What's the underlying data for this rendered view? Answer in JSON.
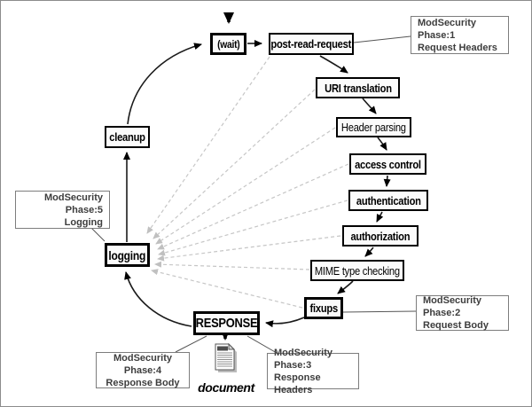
{
  "diagram": {
    "nodes": {
      "wait": "(wait)",
      "post_read_request": "post-read-request",
      "uri_translation": "URI translation",
      "header_parsing": "Header parsing",
      "access_control": "access control",
      "authentication": "authentication",
      "authorization": "authorization",
      "mime_type_checking": "MIME type checking",
      "fixups": "fixups",
      "response": "RESPONSE",
      "cleanup": "cleanup",
      "logging": "logging"
    },
    "document_label": "document",
    "callouts": {
      "phase1": {
        "title": "ModSecurity Phase:1",
        "subtitle": "Request Headers"
      },
      "phase2": {
        "title": "ModSecurity Phase:2",
        "subtitle": "Request Body"
      },
      "phase3": {
        "title": "ModSecurity Phase:3",
        "subtitle": "Response Headers"
      },
      "phase4": {
        "title": "ModSecurity Phase:4",
        "subtitle": "Response Body"
      },
      "phase5": {
        "title": "ModSecurity Phase:5",
        "subtitle": "Logging"
      }
    },
    "colors": {
      "node_border": "#000000",
      "node_fill": "#fbfbfb",
      "dashed_line": "#c6c6c6",
      "callout_text": "#3d3d3d",
      "background": "#ffffff"
    }
  }
}
